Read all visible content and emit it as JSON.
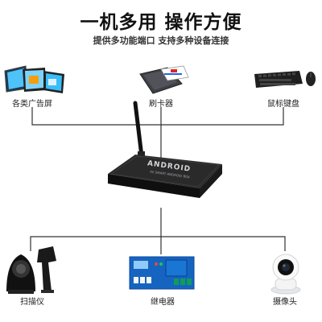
{
  "header": {
    "title": "一机多用 操作方便",
    "subtitle": "提供多功能端口 支持多种设备连接"
  },
  "device": {
    "brand": "ANDROID",
    "tagline": "AV SMART ANDROID BOX"
  },
  "peripherals": {
    "top": [
      {
        "label": "各类广告屏",
        "icon": "display-screens-icon"
      },
      {
        "label": "刷卡器",
        "icon": "card-reader-icon"
      },
      {
        "label": "鼠标键盘",
        "icon": "keyboard-mouse-icon"
      }
    ],
    "bottom": [
      {
        "label": "扫描仪",
        "icon": "barcode-scanner-icon"
      },
      {
        "label": "继电器",
        "icon": "relay-board-icon"
      },
      {
        "label": "摄像头",
        "icon": "camera-icon"
      }
    ]
  },
  "colors": {
    "line": "#333333",
    "box": "#1c1c1c",
    "relay_board": "#1565c0"
  }
}
